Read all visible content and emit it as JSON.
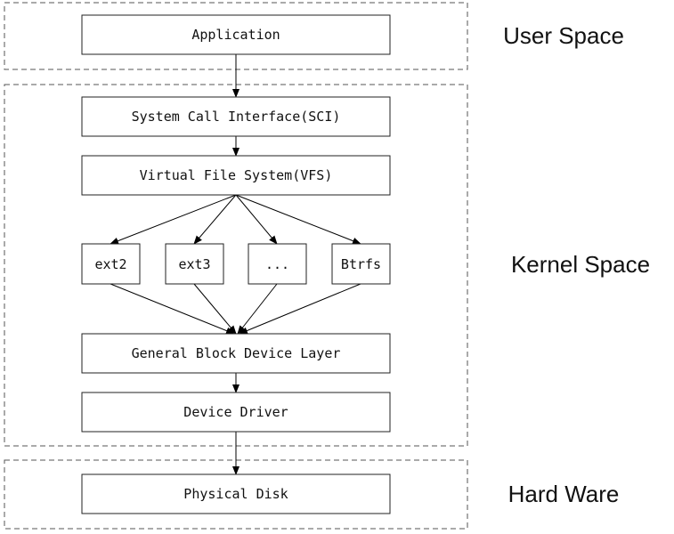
{
  "regions": {
    "user": {
      "label": "User Space"
    },
    "kernel": {
      "label": "Kernel Space"
    },
    "hardware": {
      "label": "Hard Ware"
    }
  },
  "nodes": {
    "application": "Application",
    "sci": "System Call Interface(SCI)",
    "vfs": "Virtual File System(VFS)",
    "ext2": "ext2",
    "ext3": "ext3",
    "ellipsis": "...",
    "btrfs": "Btrfs",
    "block_layer": "General Block Device Layer",
    "device_driver": "Device Driver",
    "physical_disk": "Physical Disk"
  },
  "edges": [
    [
      "application",
      "sci"
    ],
    [
      "sci",
      "vfs"
    ],
    [
      "vfs",
      "ext2"
    ],
    [
      "vfs",
      "ext3"
    ],
    [
      "vfs",
      "ellipsis"
    ],
    [
      "vfs",
      "btrfs"
    ],
    [
      "ext2",
      "block_layer"
    ],
    [
      "ext3",
      "block_layer"
    ],
    [
      "ellipsis",
      "block_layer"
    ],
    [
      "btrfs",
      "block_layer"
    ],
    [
      "block_layer",
      "device_driver"
    ],
    [
      "device_driver",
      "physical_disk"
    ]
  ]
}
